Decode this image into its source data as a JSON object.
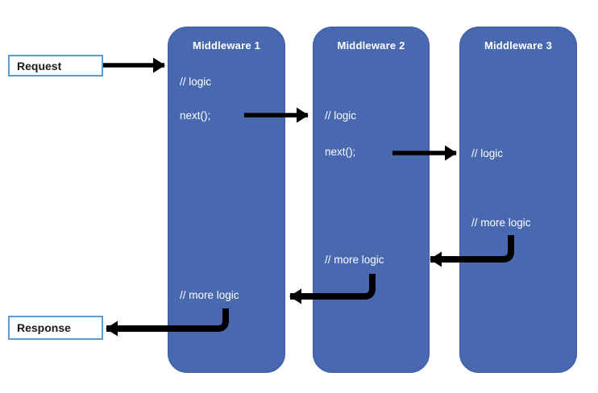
{
  "io": {
    "request_label": "Request",
    "response_label": "Response"
  },
  "middlewares": {
    "m1": {
      "title": "Middleware 1",
      "logic": "// logic",
      "next": "next();",
      "more_logic": "// more logic"
    },
    "m2": {
      "title": "Middleware 2",
      "logic": "// logic",
      "next": "next();",
      "more_logic": "// more logic"
    },
    "m3": {
      "title": "Middleware 3",
      "logic": "// logic",
      "more_logic": "// more logic"
    }
  },
  "connections": [
    {
      "from": "request",
      "to": "middleware-1"
    },
    {
      "from": "middleware-1-next",
      "to": "middleware-2-logic"
    },
    {
      "from": "middleware-2-next",
      "to": "middleware-3-logic"
    },
    {
      "from": "middleware-3-more-logic",
      "to": "middleware-2-more-logic"
    },
    {
      "from": "middleware-2-more-logic",
      "to": "middleware-1-more-logic"
    },
    {
      "from": "middleware-1-more-logic",
      "to": "response"
    }
  ],
  "colors": {
    "background": "#ffffff",
    "box_fill": "#4868b0",
    "box_border": "#3d59a1",
    "box_text": "#ffffff",
    "io_border": "#5b9bd5",
    "io_text": "#1a1a1a",
    "arrow": "#000000"
  }
}
